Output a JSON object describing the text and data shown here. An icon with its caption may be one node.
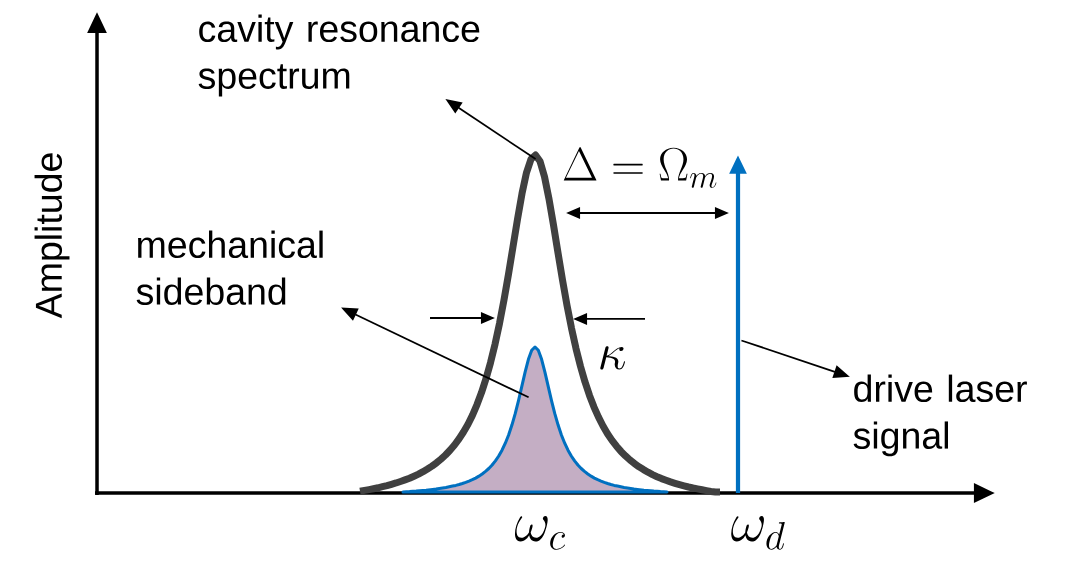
{
  "diagram": {
    "nodes": [
      {
        "text": [
          "cavity resonance spectrum"
        ]
      },
      {
        "text": [],
        "shape": "curve"
      },
      {
        "text": [
          "mechanical sideband"
        ]
      },
      {
        "text": [],
        "shape": "curve",
        "in": 1
      },
      {
        "text": [
          "drive laser signal"
        ]
      },
      {
        "text": [],
        "shape": "line"
      }
    ],
    "edges": [
      {
        "from": 1,
        "to": 0,
        "arrow": "to"
      },
      {
        "from": 3,
        "to": 2,
        "arrow": "to"
      },
      {
        "from": 5,
        "to": 4,
        "arrow": "to"
      }
    ],
    "labels": [
      "Amplitude",
      "\\Delta = \\Omega_m",
      "\\kappa",
      "\\omega_c",
      "\\omega_d"
    ]
  }
}
